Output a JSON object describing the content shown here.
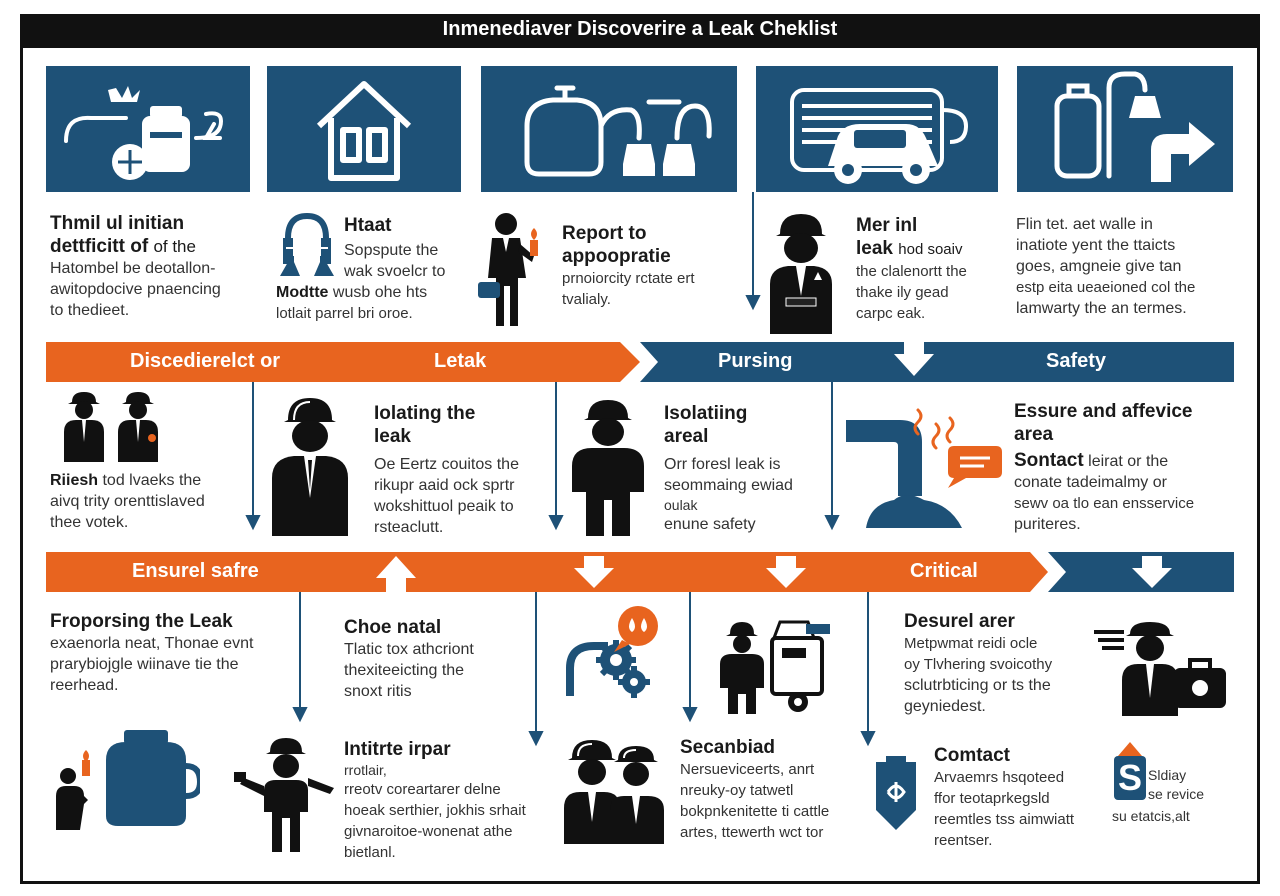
{
  "title": "Inmenediaver Discoverire a Leak Cheklist",
  "colors": {
    "navy": "#1e5177",
    "orange": "#e8641f",
    "black": "#111111",
    "text": "#333333"
  },
  "top_tiles": [
    {
      "icon": "meter-and-tank-icon"
    },
    {
      "icon": "house-icon"
    },
    {
      "icon": "tank-and-pipes-icon"
    },
    {
      "icon": "truck-and-car-icon"
    },
    {
      "icon": "cylinder-and-arrow-icon"
    }
  ],
  "row1": [
    {
      "head1": "Thmil ul initian",
      "head2": "dettficitt of",
      "head2_tail": "of the",
      "lines": [
        "Hatombel be deotallon-",
        "awitopdocive pnaencing",
        "to thedieet."
      ]
    },
    {
      "head": "Htaat",
      "sub": "Modtte",
      "lines": [
        "Sopspute the",
        "wak svoelcr to",
        "wusb ohe hts",
        "lotlait parrel bri oroe."
      ]
    },
    {
      "head1": "Report to",
      "head2": "appoopratie",
      "lines": [
        "prnoiorcity rctate ert",
        "tvalialy."
      ]
    },
    {
      "head1": "Mer inl",
      "head2": "leak",
      "head2_tail": "hod soaiv",
      "lines": [
        "the clalenortt the",
        "thake ily gead",
        "carpc eak."
      ]
    },
    {
      "lines": [
        "Flin tet. aet walle in",
        "inatiote yent the ttaicts",
        "goes, amgneie give tan",
        "estp eita ueaeioned col the",
        "lamwarty the an termes."
      ]
    }
  ],
  "band1": [
    "Discedierelct or",
    "Letak",
    "Pursing",
    "Safety"
  ],
  "row2": [
    {
      "head": "Riiesh",
      "head_tail": "tod lvaeks the",
      "lines": [
        "aivq trity orenttislaved",
        "thee votek."
      ]
    },
    {
      "head1": "Iolating the",
      "head2": "leak",
      "lines": [
        "Oe Eertz couitos the",
        "rikupr aaid ock sprtr",
        "wokshittuol peaik to",
        "rsteaclutt."
      ]
    },
    {
      "head1": "Isolatiing",
      "head2": "areal",
      "lines": [
        "Orr foresl leak is",
        "seommaing ewiad",
        "oulak",
        "enune safety"
      ]
    },
    {
      "head1": "Essure and affevice",
      "head2": "area",
      "head3": "Sontact",
      "head3_tail": "leirat or the",
      "lines": [
        "conate tadeimalmy or",
        "sewv oa tlo ean ensservice",
        "puriteres."
      ]
    }
  ],
  "band2": [
    "Ensurel safre",
    "Critical"
  ],
  "row3": [
    {
      "head": "Froporsing the Leak",
      "lines": [
        "exaenorla neat, Thonae evnt",
        "prarybiojgle wiinave tie the",
        "reerhead."
      ]
    },
    {
      "head": "Choe natal",
      "lines": [
        "Tlatic tox athcriont",
        "thexiteeicting the",
        "snoxt ritis"
      ]
    },
    {
      "head": "Desurel arer",
      "lines": [
        "Metpwmat reidi ocle",
        "oy Tlvhering svoicothy",
        "sclutrbticing or ts the",
        "geyniedest."
      ]
    }
  ],
  "row4": [
    {
      "head": "Intitrte irpar",
      "lines": [
        "rrotlair,",
        "rreotv coreartarer delne",
        "hoeak serthier, jokhis srhait",
        "givnaroitoe-wonenat athe",
        "bietlanl."
      ]
    },
    {
      "head": "Secanbiad",
      "lines": [
        "Nersueviceerts, anrt",
        "nreuky-oy tatwetl",
        "bokpnkenitette ti cattle",
        "artes, ttewerth wct tor"
      ]
    },
    {
      "head": "Comtact",
      "lines": [
        "Arvaemrs hsqoteed",
        "ffor teotaprkegsld",
        "reemtles tss aimwiatt",
        "reentser."
      ]
    },
    {
      "badge_letter": "S",
      "lines": [
        "Sldiay",
        "se revice",
        "su etatcis,alt"
      ]
    }
  ]
}
